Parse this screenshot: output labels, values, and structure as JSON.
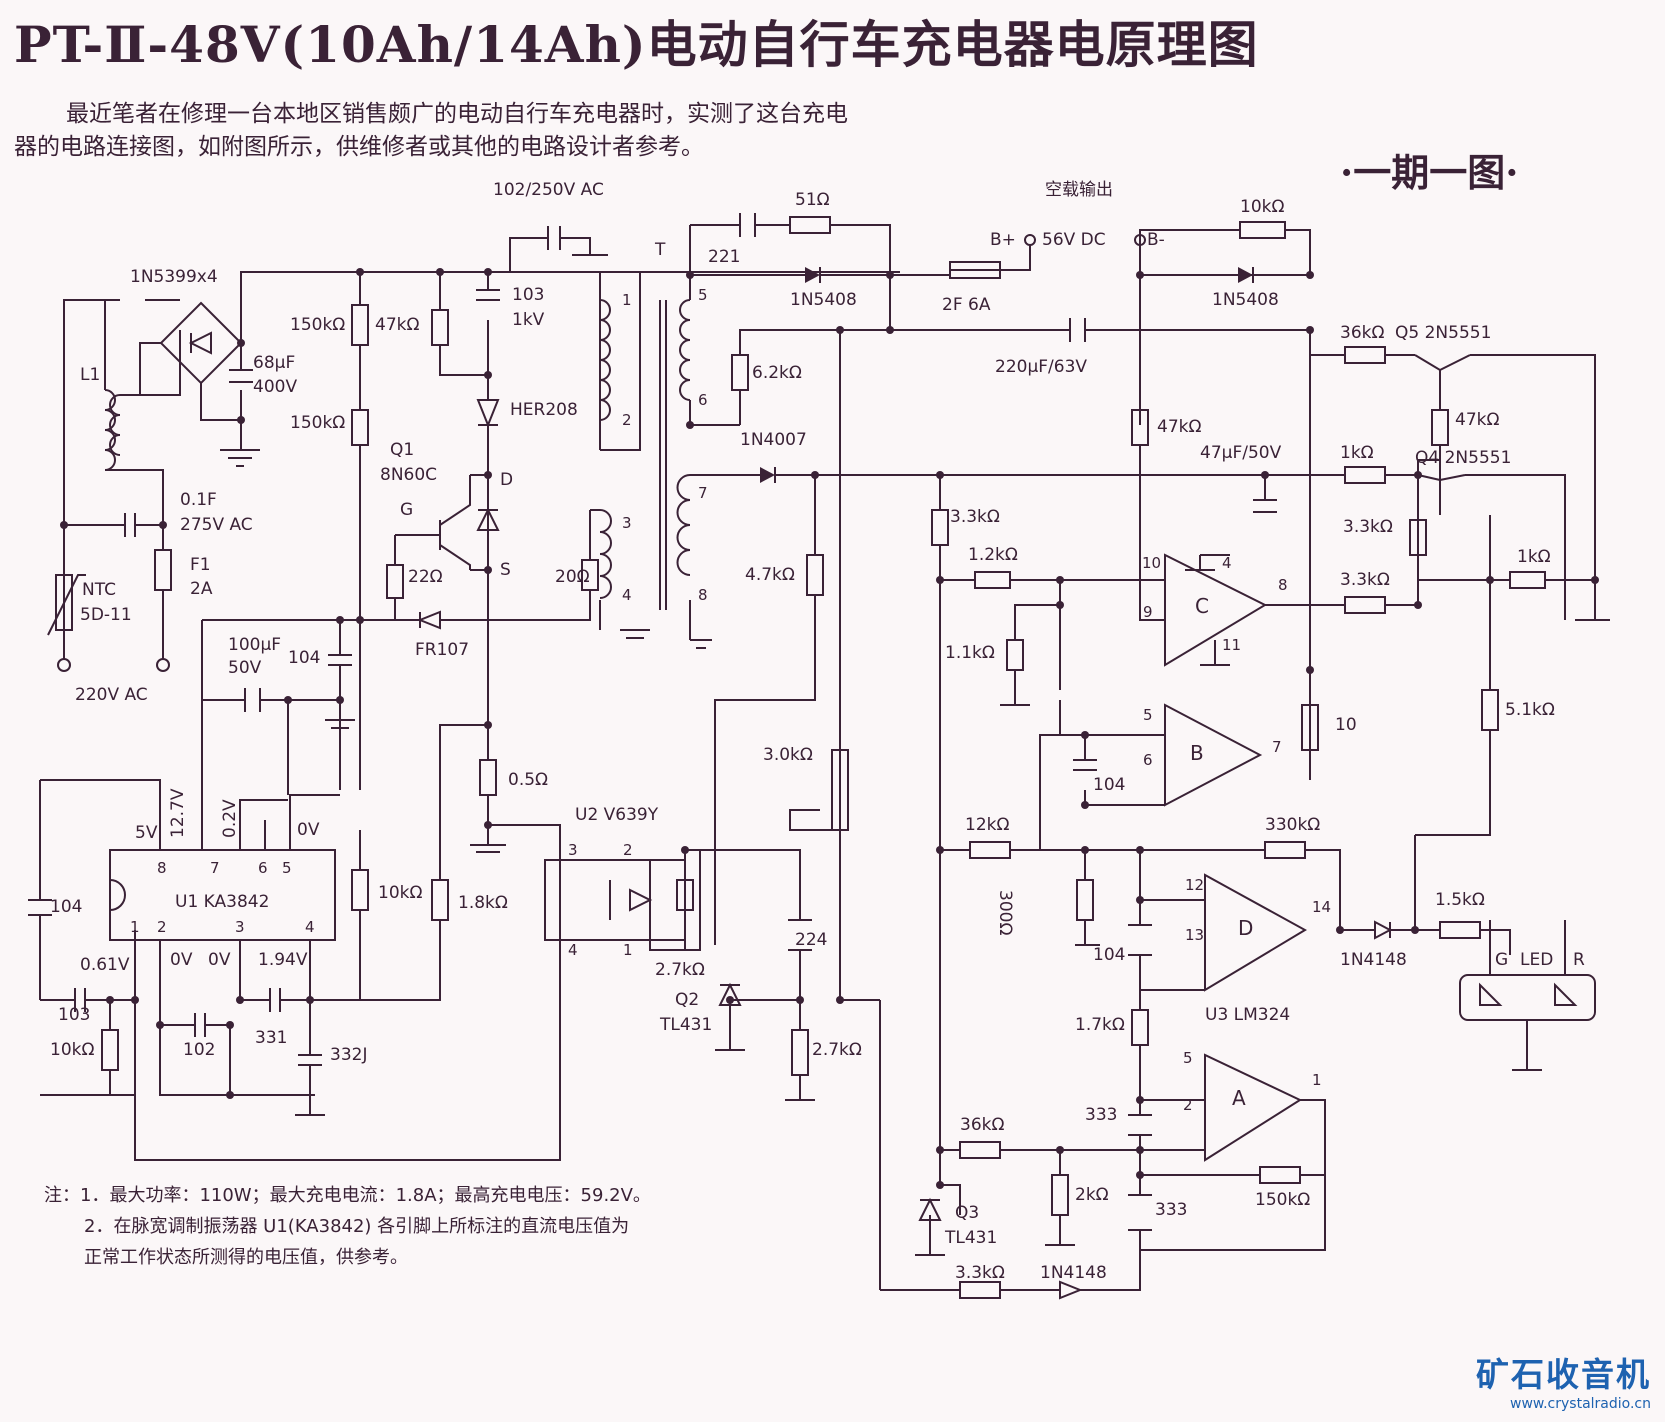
{
  "title": "PT-Ⅱ-48V(10Ah/14Ah)电动自行车充电器电原理图",
  "series_tag": "·一期一图·",
  "intro_text": "最近笔者在修理一台本地区销售颇广的电动自行车充电器时，实测了这台充电器的电路连接图，如附图所示，供维修者或其他的电路设计者参考。",
  "notes": [
    "注：1．最大功率：110W；最大充电电流：1.8A；最高充电电压：59.2V。",
    "2．在脉宽调制振荡器 U1(KA3842) 各引脚上所标注的直流电压值为",
    "正常工作状态所测得的电压值，供参考。"
  ],
  "logo": {
    "name": "矿石收音机",
    "url": "www.crystalradio.cn"
  },
  "colors": {
    "ink": "#3a2236",
    "paper": "#fbf7f8",
    "logo": "#1e62b0"
  },
  "labels": {
    "c_102_250v": "102/250V AC",
    "c_221": "221",
    "r_51": "51Ω",
    "out_title": "空载输出",
    "b_plus": "B+",
    "out_v": "56V DC",
    "b_minus": "B-",
    "r_10k_top": "10kΩ",
    "bridge": "1N5399x4",
    "l1": "L1",
    "c_68u": "68μF",
    "c_68u_v": "400V",
    "r_150k_a": "150kΩ",
    "r_47k_a": "47kΩ",
    "c_103_1kv": "103",
    "c_103_1kv_v": "1kV",
    "t": "T",
    "d_1n5408_a": "1N5408",
    "fuse_2f": "2F 6A",
    "d_1n5408_b": "1N5408",
    "r_36k_a": "36kΩ",
    "q5": "Q5 2N5551",
    "r_150k_b": "150kΩ",
    "her208": "HER208",
    "r_6k2": "6.2kΩ",
    "c_220u": "220μF/63V",
    "r_47k_b": "47kΩ",
    "r_47k_c": "47kΩ",
    "q1": "Q1",
    "q1_type": "8N60C",
    "d_1n4007": "1N4007",
    "c_47u": "47μF/50V",
    "r_1k_a": "1kΩ",
    "q4": "Q4 2N5551",
    "c_01f": "0.1F",
    "c_01f_v": "275V AC",
    "r_3k3_a": "3.3kΩ",
    "r_3k3_b": "3.3kΩ",
    "ntc": "NTC",
    "ntc_type": "5D-11",
    "f1": "F1",
    "f1_val": "2A",
    "r_22": "22Ω",
    "r_20": "20Ω",
    "r_4k7": "4.7kΩ",
    "r_1k2": "1.2kΩ",
    "r_3k3_c": "3.3kΩ",
    "r_1k_b": "1kΩ",
    "ac_in": "220V AC",
    "c_100u": "100μF",
    "c_100u_v": "50V",
    "c_104_a": "104",
    "fr107": "FR107",
    "r_1k1": "1.1kΩ",
    "r_10": "10",
    "r_5k1": "5.1kΩ",
    "r_05": "0.5Ω",
    "r_3k0": "3.0kΩ",
    "c_104_b": "104",
    "u2": "U2 V639Y",
    "v_5v": "5V",
    "v_127": "12.7V",
    "v_02": "0.2V",
    "v_0v_a": "0V",
    "r_12k": "12kΩ",
    "r_330k": "330kΩ",
    "u1": "U1 KA3842",
    "c_104_c": "104",
    "r_10k_b": "10kΩ",
    "r_1k8": "1.8kΩ",
    "c_224": "224",
    "r_300": "300Ω",
    "r_1k5": "1.5kΩ",
    "led_g": "G",
    "led": "LED",
    "led_r": "R",
    "v_061": "0.61V",
    "v_0v_b": "0V",
    "v_0v_c": "0V",
    "v_194": "1.94V",
    "r_2k7_a": "2.7kΩ",
    "c_104_d": "104",
    "d_1n4148_a": "1N4148",
    "c_103": "103",
    "r_10k_c": "10kΩ",
    "c_102": "102",
    "c_331": "331",
    "c_332j": "332J",
    "q2": "Q2",
    "q2_type": "TL431",
    "r_2k7_b": "2.7kΩ",
    "r_1k7": "1.7kΩ",
    "u3": "U3 LM324",
    "c_333_a": "333",
    "r_36k_b": "36kΩ",
    "r_2k": "2kΩ",
    "c_333_b": "333",
    "r_150k_c": "150kΩ",
    "q3": "Q3",
    "q3_type": "TL431",
    "r_3k3_d": "3.3kΩ",
    "d_1n4148_b": "1N4148",
    "op_c": "C",
    "op_b": "B",
    "op_d": "D",
    "op_a": "A",
    "pin_10": "10",
    "pin_9": "9",
    "pin_4": "4",
    "pin_8": "8",
    "pin_11": "11",
    "pin_5": "5",
    "pin_6": "6",
    "pin_7": "7",
    "pin_12": "12",
    "pin_13": "13",
    "pin_14": "14",
    "pin_5a": "5",
    "pin_2a": "2",
    "pin_1a": "1",
    "t_1": "1",
    "t_2": "2",
    "t_3": "3",
    "t_4": "4",
    "t_5": "5",
    "t_6": "6",
    "t_7": "7",
    "t_8": "8",
    "u1_8": "8",
    "u1_7": "7",
    "u1_6": "6",
    "u1_5": "5",
    "u1_1": "1",
    "u1_2": "2",
    "u1_3": "3",
    "u1_4": "4",
    "u2_3": "3",
    "u2_2": "2",
    "u2_4": "4",
    "u2_1": "1",
    "q1_d": "D",
    "q1_g": "G",
    "q1_s": "S"
  }
}
